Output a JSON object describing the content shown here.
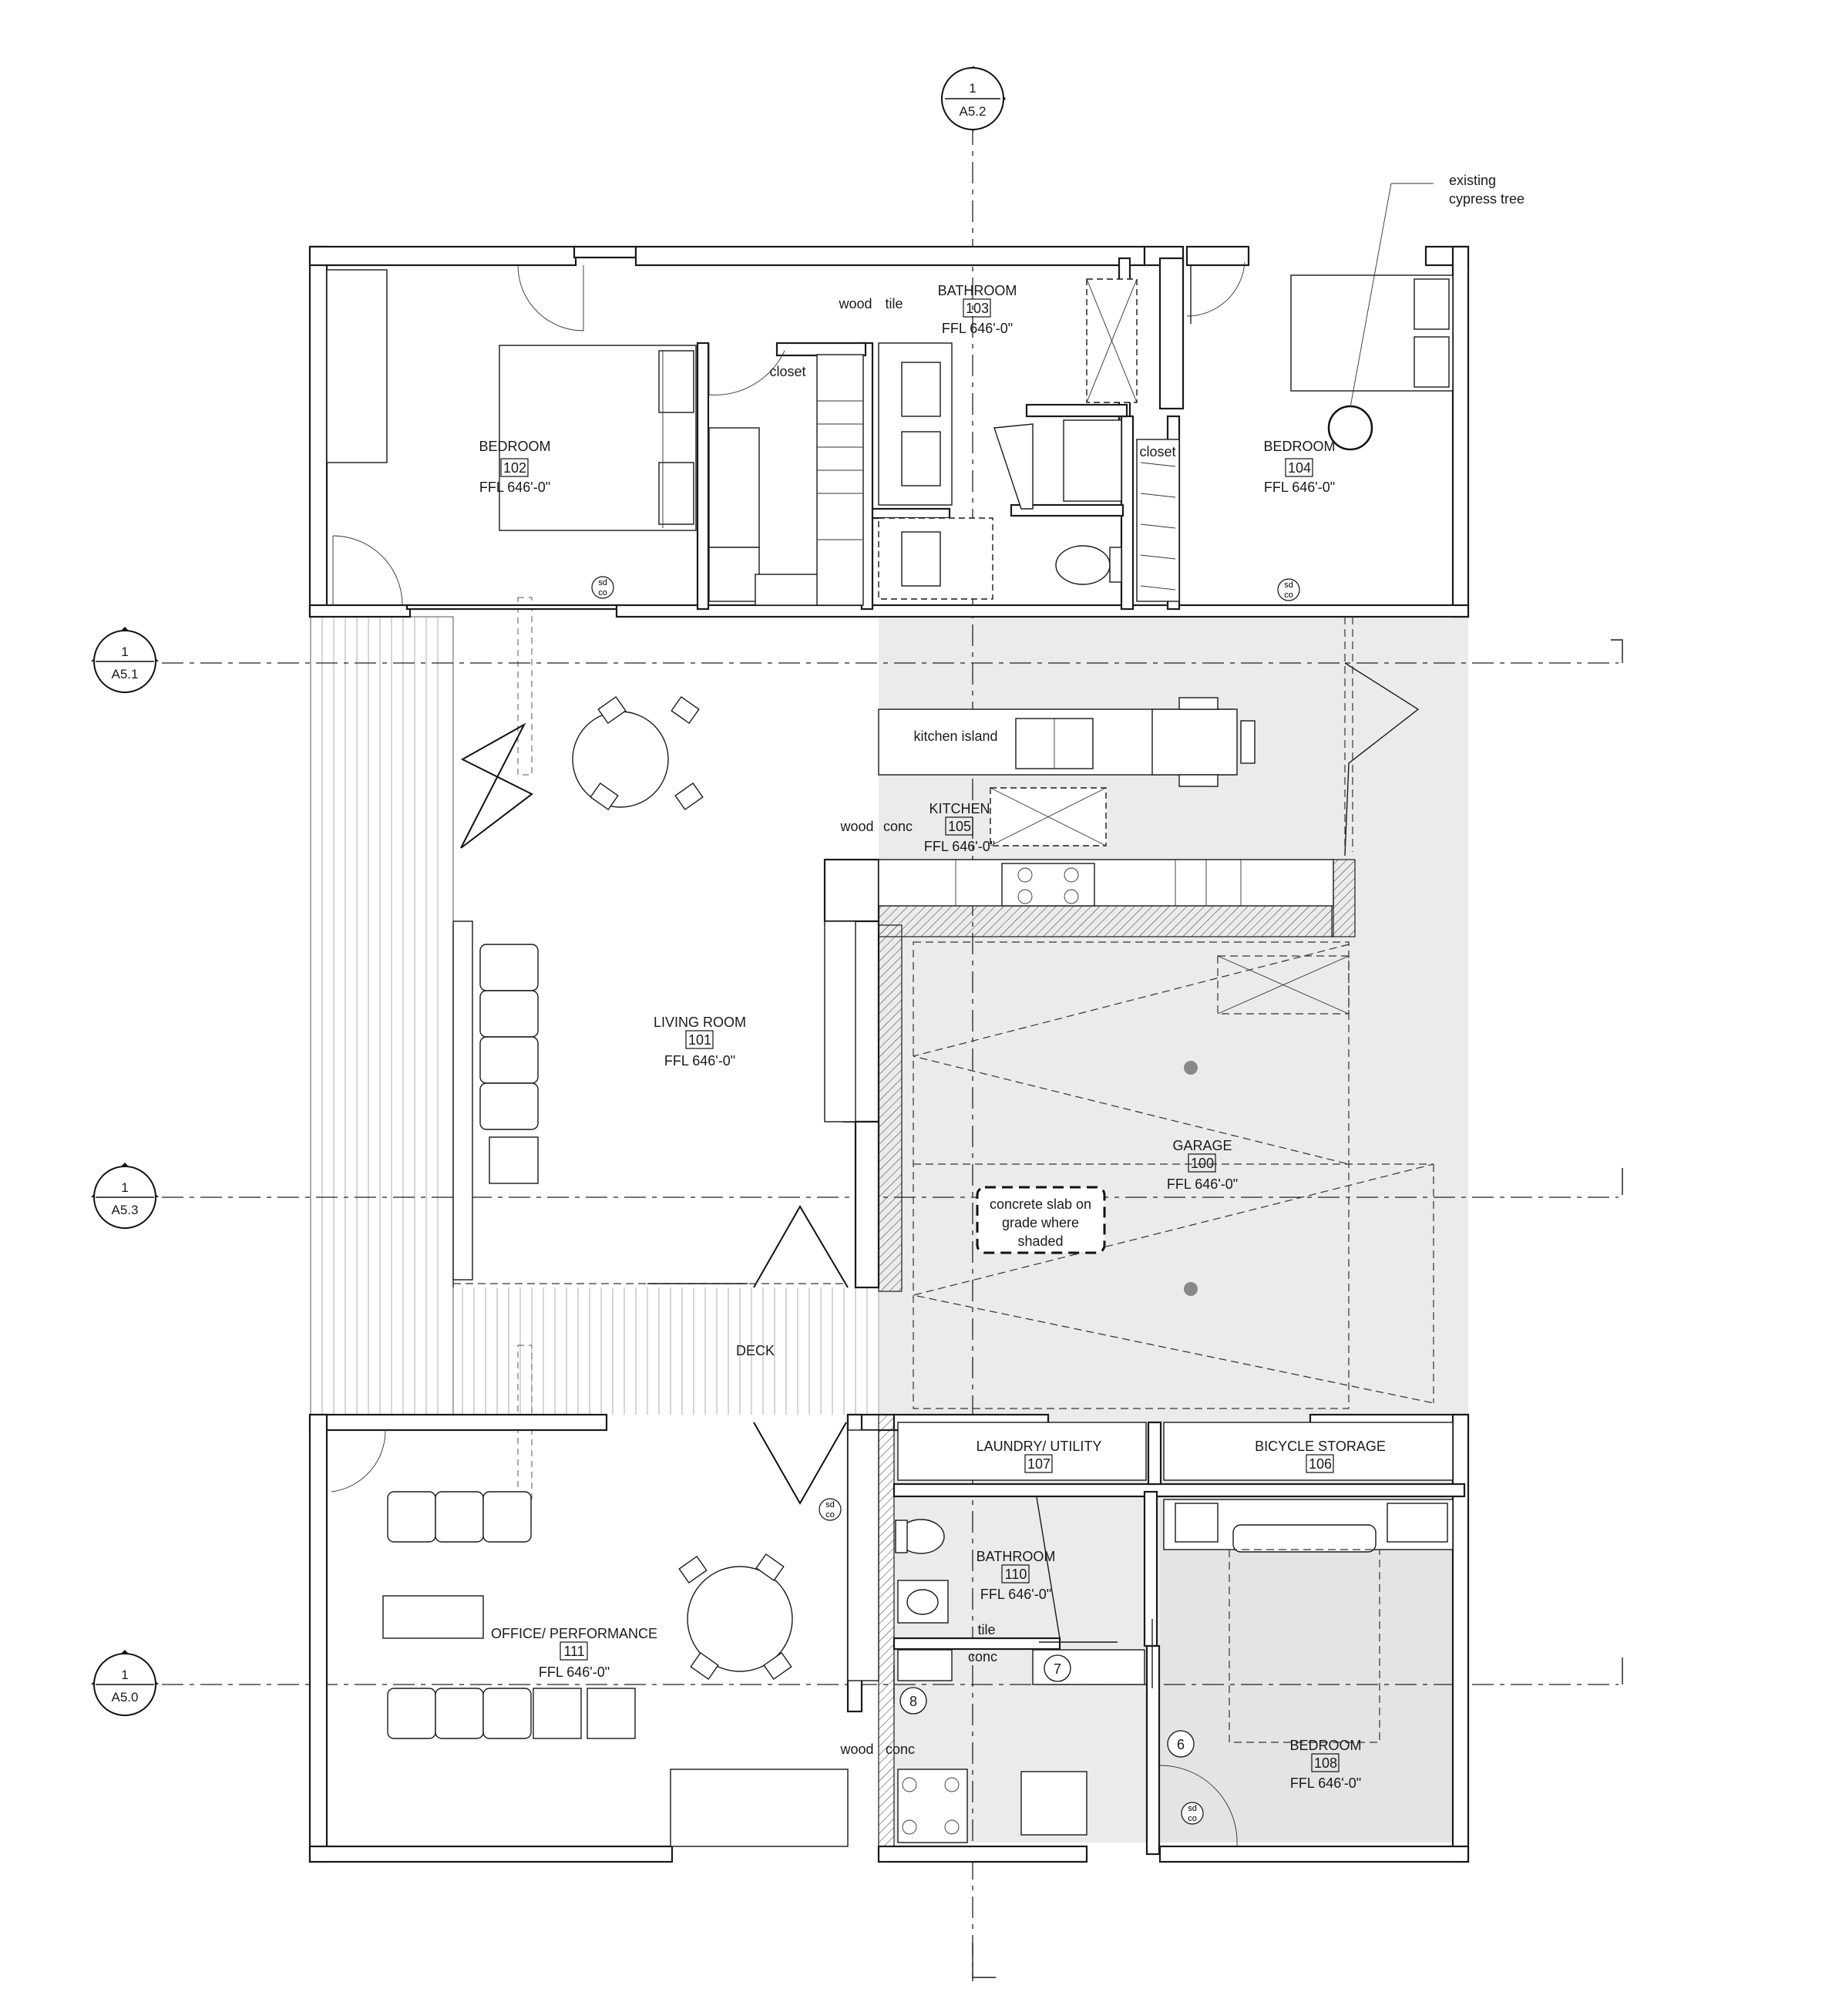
{
  "rooms": {
    "bedroom_102": {
      "name": "BEDROOM",
      "number": "102",
      "level": "FFL 646'-0\""
    },
    "bathroom_103": {
      "name": "BATHROOM",
      "number": "103",
      "level": "FFL 646'-0\""
    },
    "bedroom_104": {
      "name": "BEDROOM",
      "number": "104",
      "level": "FFL 646'-0\""
    },
    "kitchen_105": {
      "name": "KITCHEN",
      "number": "105",
      "level": "FFL 646'-0\""
    },
    "living_101": {
      "name": "LIVING ROOM",
      "number": "101",
      "level": "FFL 646'-0\""
    },
    "garage_100": {
      "name": "GARAGE",
      "number": "100",
      "level": "FFL 646'-0\""
    },
    "laundry_107": {
      "name": "LAUNDRY/ UTILITY",
      "number": "107"
    },
    "bicycle_106": {
      "name": "BICYCLE STORAGE",
      "number": "106"
    },
    "bathroom_110": {
      "name": "BATHROOM",
      "number": "110",
      "level": "FFL 646'-0\""
    },
    "office_111": {
      "name": "OFFICE/ PERFORMANCE",
      "number": "111",
      "level": "FFL 646'-0\""
    },
    "bedroom_108": {
      "name": "BEDROOM",
      "number": "108",
      "level": "FFL 646'-0\""
    },
    "deck": {
      "name": "DECK"
    }
  },
  "labels": {
    "closet": "closet",
    "kitchen_island": "kitchen island",
    "wood": "wood",
    "tile": "tile",
    "conc": "conc",
    "sd": "sd",
    "co": "co",
    "existing_tree_line1": "existing",
    "existing_tree_line2": "cypress tree",
    "slab_note_line1": "concrete slab on",
    "slab_note_line2": "grade where",
    "slab_note_line3": "shaded"
  },
  "section_markers": [
    {
      "id": "top",
      "num": "1",
      "sheet": "A5.2"
    },
    {
      "id": "s1",
      "num": "1",
      "sheet": "A5.1"
    },
    {
      "id": "s2",
      "num": "1",
      "sheet": "A5.3"
    },
    {
      "id": "s3",
      "num": "1",
      "sheet": "A5.0"
    }
  ],
  "keynotes": [
    "6",
    "7",
    "8"
  ],
  "colors": {
    "line": "#1a1a1a",
    "shade": "#ebebeb",
    "paper": "#ffffff"
  }
}
